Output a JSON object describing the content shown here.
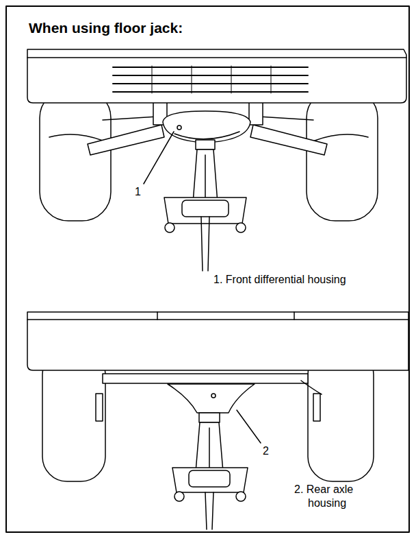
{
  "diagram": {
    "title": "When using floor jack:",
    "labels": [
      "1",
      "1. Front differential housing",
      "2",
      "2. Rear axle housing"
    ]
  }
}
